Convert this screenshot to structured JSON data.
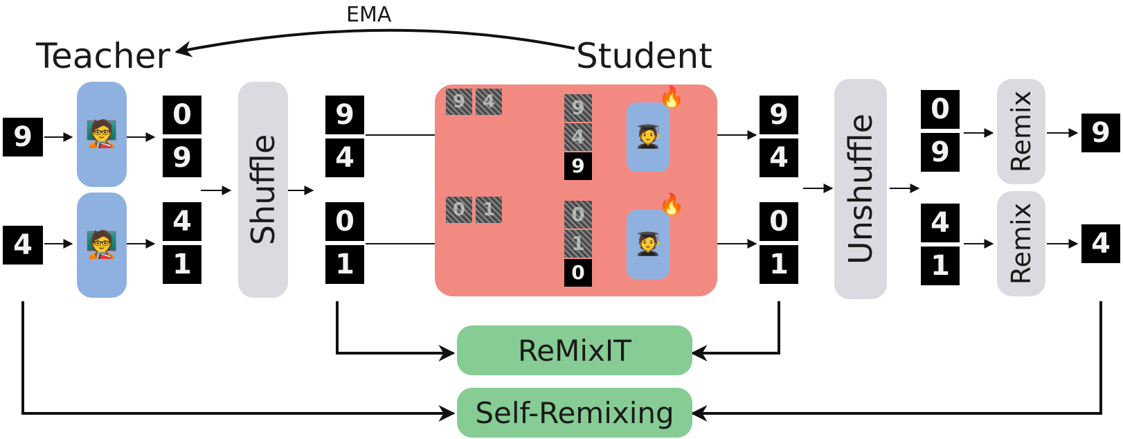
{
  "labels": {
    "ema": "EMA",
    "teacher": "Teacher",
    "student": "Student",
    "shuffle": "Shuffle",
    "unshuffle": "Unshuffle",
    "remix": "Remix",
    "remixit": "ReMixIT",
    "self_remixing": "Self-Remixing"
  },
  "digits": {
    "mix_a": "9",
    "mix_b": "4",
    "teacher_out_a": [
      "0",
      "9"
    ],
    "teacher_out_b": [
      "4",
      "1"
    ],
    "shuffled_a": [
      "9",
      "4"
    ],
    "shuffled_b": [
      "0",
      "1"
    ],
    "student_out_a": [
      "9",
      "4",
      "9"
    ],
    "student_out_b": [
      "0",
      "1",
      "0"
    ],
    "after_student_a": [
      "9",
      "4"
    ],
    "after_student_b": [
      "0",
      "1"
    ],
    "unshuffled_a": [
      "0",
      "9"
    ],
    "unshuffled_b": [
      "4",
      "1"
    ],
    "remixed_a": "9",
    "remixed_b": "4"
  },
  "icons": {
    "teacher": "teacher-emoji-icon",
    "student": "student-emoji-icon",
    "fire": "fire-icon",
    "sum": "circled-plus-icon"
  },
  "colors": {
    "teacher_box": "#8fb1e0",
    "student_panel": "#f28a82",
    "neutral_box": "#d9dbe0",
    "loss_box": "#86cc94"
  }
}
